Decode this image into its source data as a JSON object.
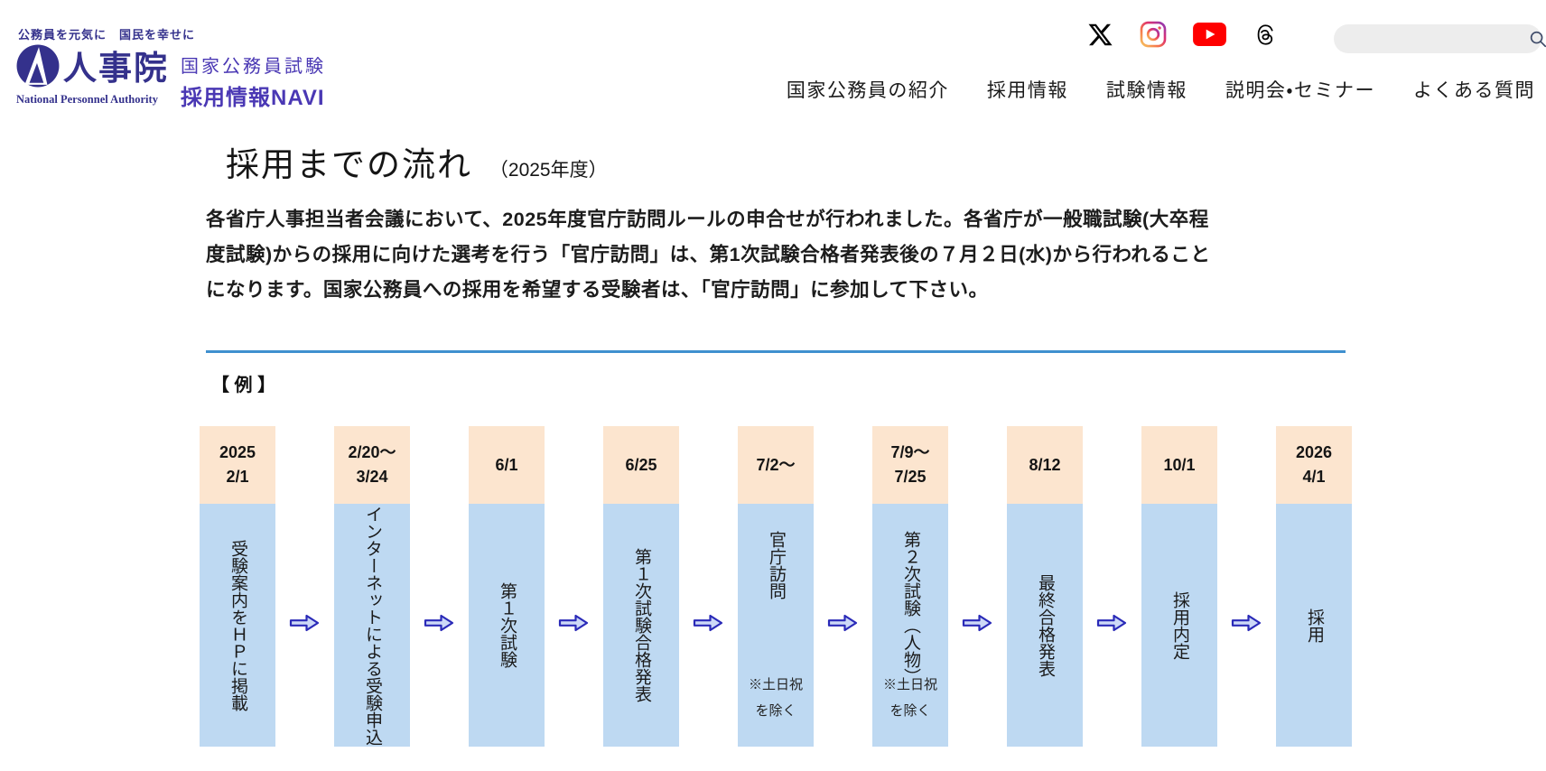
{
  "colors": {
    "brand": "#34318c",
    "site_title": "#4a38b4",
    "divider": "#3f90cf",
    "flow_header_bg": "#fce5cf",
    "flow_body_bg": "#bed9f2",
    "arrow_fill": "#cdd9f7",
    "arrow_border": "#2a2ab8",
    "search_bg": "#ededed",
    "youtube_red": "#ff0000"
  },
  "brand": {
    "tagline": "公務員を元気に　国民を幸せに",
    "logo_text": "人事院",
    "logo_subtext": "National Personnel Authority",
    "site_line1": "国家公務員試験",
    "site_line2": "採用情報NAVI"
  },
  "social": {
    "items": [
      {
        "name": "x-icon",
        "label": "X"
      },
      {
        "name": "instagram-icon",
        "label": "Instagram"
      },
      {
        "name": "youtube-icon",
        "label": "YouTube"
      },
      {
        "name": "threads-icon",
        "label": "Threads"
      }
    ]
  },
  "search": {
    "placeholder": "",
    "value": ""
  },
  "nav": {
    "items": [
      {
        "name": "nav-item-civil-servant-intro",
        "label": "国家公務員の紹介"
      },
      {
        "name": "nav-item-recruit-info",
        "label": "採用情報"
      },
      {
        "name": "nav-item-exam-info",
        "label": "試験情報"
      },
      {
        "name": "nav-item-seminar",
        "label": "説明会・セミナー"
      },
      {
        "name": "nav-item-faq",
        "label": "よくある質問"
      }
    ]
  },
  "page": {
    "title": "採用までの流れ",
    "title_suffix": "（2025年度）",
    "intro_lines": [
      "各省庁人事担当者会議において、2025年度官庁訪問ルールの申合せが行われました。各省庁が一般職試験(大卒程",
      "度試験)からの採用に向けた選考を行う「官庁訪問」は、第1次試験合格者発表後の７月２日(水)から行われること",
      "になります。国家公務員への採用を希望する受験者は、「官庁訪問」に参加して下さい。"
    ],
    "example_label": "【 例 】"
  },
  "flow": {
    "steps": [
      {
        "dates": [
          "2025",
          "2/1"
        ],
        "label": "受験案内をＨＰに掲載",
        "valign": "center",
        "note_lines": []
      },
      {
        "dates": [
          "2/20～",
          "3/24"
        ],
        "label": "インターネットによる受験申込",
        "valign": "center",
        "note_lines": []
      },
      {
        "dates": [
          "6/1"
        ],
        "label": "第１次試験",
        "valign": "center",
        "note_lines": []
      },
      {
        "dates": [
          "6/25"
        ],
        "label": "第１次試験合格発表",
        "valign": "center",
        "note_lines": []
      },
      {
        "dates": [
          "7/2～"
        ],
        "label": "官庁訪問",
        "valign": "top",
        "note_lines": [
          "※土日祝",
          "を除く"
        ]
      },
      {
        "dates": [
          "7/9～",
          "7/25"
        ],
        "label": "第２次試験（人物）",
        "valign": "top",
        "note_lines": [
          "※土日祝",
          "を除く"
        ]
      },
      {
        "dates": [
          "8/12"
        ],
        "label": "最終合格発表",
        "valign": "center",
        "note_lines": []
      },
      {
        "dates": [
          "10/1"
        ],
        "label": "採用内定",
        "valign": "center",
        "note_lines": []
      },
      {
        "dates": [
          "2026",
          "4/1"
        ],
        "label": "採用",
        "valign": "center",
        "note_lines": []
      }
    ]
  }
}
